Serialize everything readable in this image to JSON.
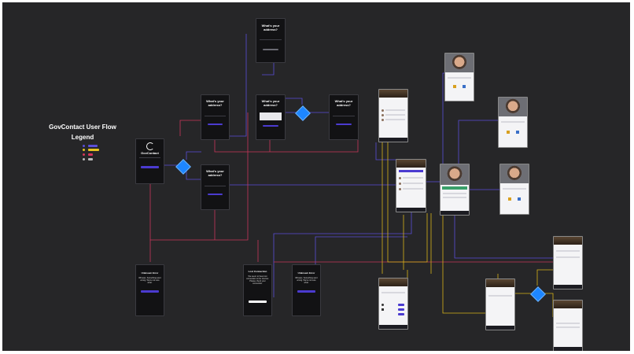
{
  "legend": {
    "title_line1": "GovContact User Flow",
    "title_line2": "Legend"
  },
  "login": {
    "brand": "GovContact"
  },
  "address": {
    "title_line1": "What's your",
    "title_line2": "address?"
  },
  "errors": {
    "unknown_title": "Unknown Error",
    "unknown_text": "Whoops. Something went wrong. We're not sure what.",
    "lost_title": "Lost Connection",
    "lost_text": "We seem to have lost connection to the internet. Please check your connection."
  },
  "colors": {
    "canvas": "#262628",
    "flow_blue": "#5a4ed8",
    "flow_red": "#c9365a",
    "flow_yellow": "#d8b418",
    "decision": "#1d86ff"
  }
}
